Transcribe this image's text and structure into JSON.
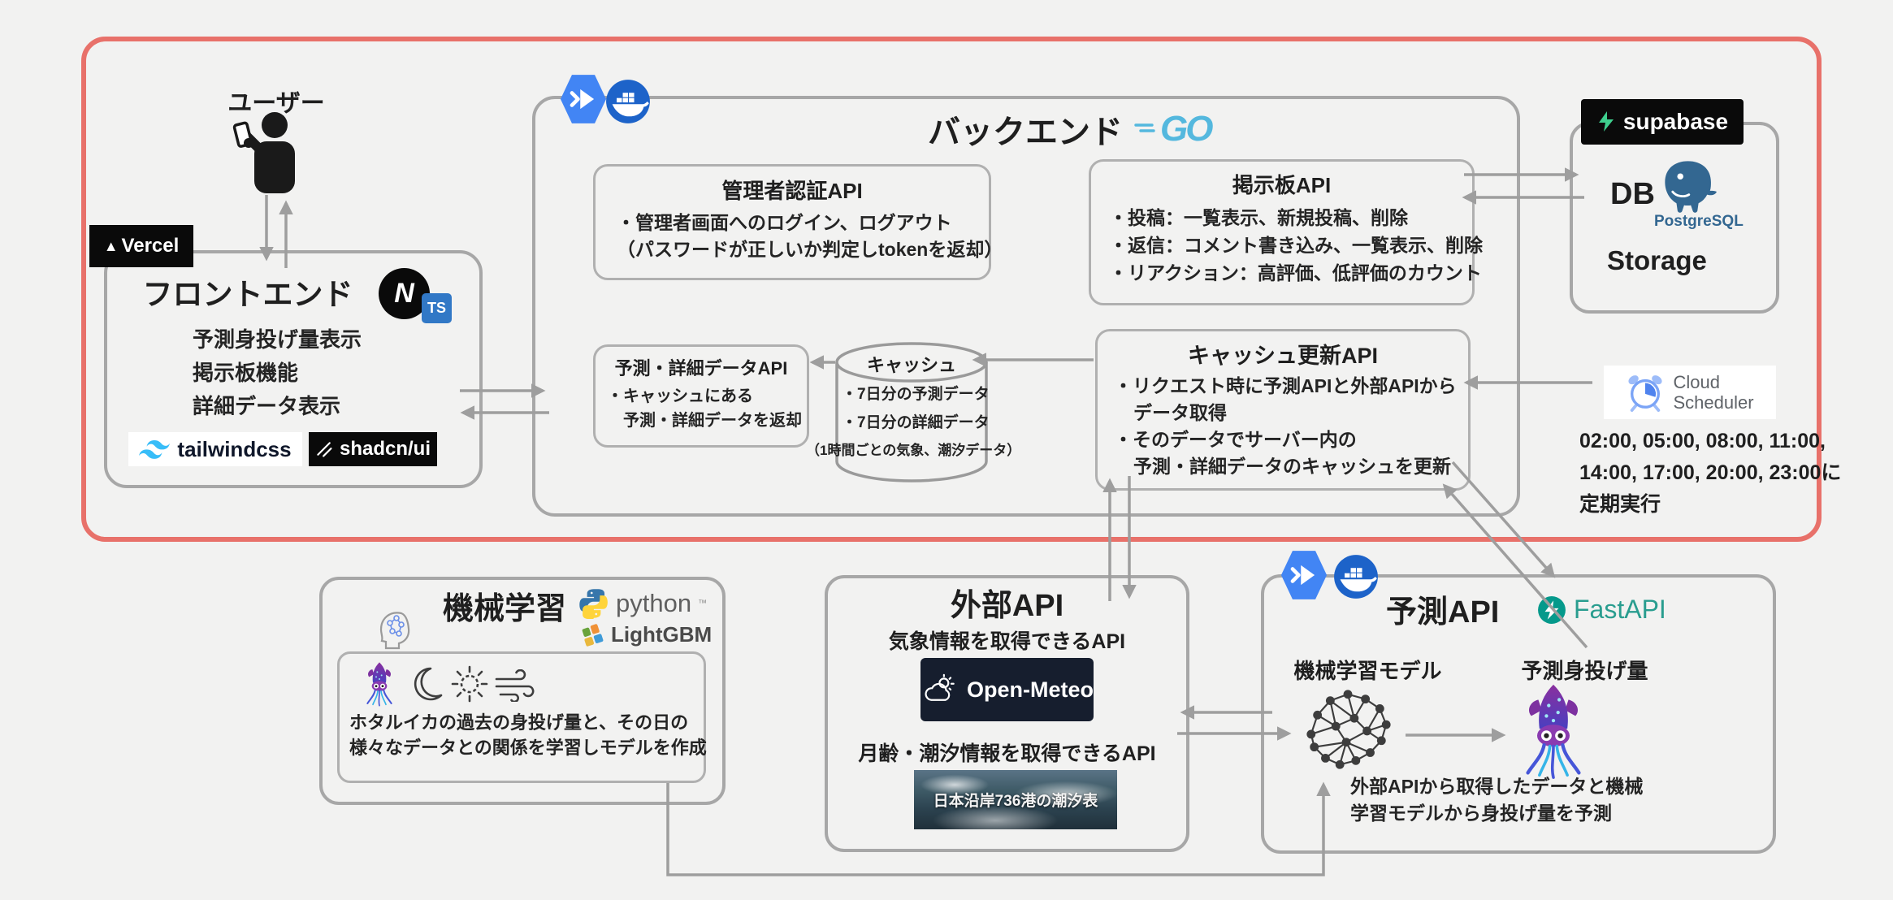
{
  "colors": {
    "accent_red": "#e8716a",
    "line_gray": "#9e9e9e",
    "go_blue": "#54b8de",
    "fastapi_teal": "#299d8f",
    "ts_blue": "#3178c6",
    "tailwind_blue": "#38bdf8",
    "supabase_green": "#3ecf8e",
    "postgres_blue": "#336791",
    "cloudrun_blue": "#4285f4",
    "docker_blue": "#1d63c9",
    "scheduler_blue": "#4f83ee"
  },
  "user": {
    "label": "ユーザー"
  },
  "frontend": {
    "platform_badge_mark": "▲",
    "platform_badge": "Vercel",
    "title": "フロントエンド",
    "ts_badge": "TS",
    "features": [
      "予測身投げ量表示",
      "掲示板機能",
      "詳細データ表示"
    ],
    "css_badge": "tailwindcss",
    "ui_badge": "shadcn/ui"
  },
  "backend": {
    "title": "バックエンド",
    "go_logo": "GO",
    "admin_api": {
      "title": "管理者認証API",
      "lines": [
        "・管理者画面へのログイン、ログアウト",
        "（パスワードが正しいか判定しtokenを返却）"
      ]
    },
    "board_api": {
      "title": "掲示板API",
      "lines": [
        "・投稿：一覧表示、新規投稿、削除",
        "・返信：コメント書き込み、一覧表示、削除",
        "・リアクション：高評価、低評価のカウント"
      ]
    },
    "data_api": {
      "title": "予測・詳細データAPI",
      "lines": [
        "・キャッシュにある",
        "予測・詳細データを返却"
      ]
    },
    "cache": {
      "title": "キャッシュ",
      "lines": [
        "・7日分の予測データ",
        "・7日分の詳細データ",
        "（1時間ごとの気象、潮汐データ）"
      ]
    },
    "cache_update_api": {
      "title": "キャッシュ更新API",
      "lines": [
        "・リクエスト時に予測APIと外部APIから",
        "データ取得",
        "・そのデータでサーバー内の",
        "予測・詳細データのキャッシュを更新"
      ]
    }
  },
  "supabase": {
    "badge": "supabase",
    "db": "DB",
    "postgres": "PostgreSQL",
    "storage": "Storage"
  },
  "scheduler": {
    "name_line1": "Cloud",
    "name_line2": "Scheduler",
    "schedule": [
      "02:00, 05:00, 08:00, 11:00,",
      "14:00, 17:00, 20:00, 23:00に",
      "定期実行"
    ]
  },
  "ml": {
    "title": "機械学習",
    "python": "python",
    "python_tm": "™",
    "lightgbm": "LightGBM",
    "desc": [
      "ホタルイカの過去の身投げ量と、その日の",
      "様々なデータとの関係を学習しモデルを作成"
    ]
  },
  "external": {
    "title": "外部API",
    "weather_caption": "気象情報を取得できるAPI",
    "openmeteo": "Open-Meteo",
    "tide_caption": "月齢・潮汐情報を取得できるAPI",
    "tide_banner": "日本沿岸736港の潮汐表"
  },
  "prediction": {
    "title": "予測API",
    "fastapi": "FastAPI",
    "model_label": "機械学習モデル",
    "output_label": "予測身投げ量",
    "desc": [
      "外部APIから取得したデータと機械",
      "学習モデルから身投げ量を予測"
    ]
  }
}
